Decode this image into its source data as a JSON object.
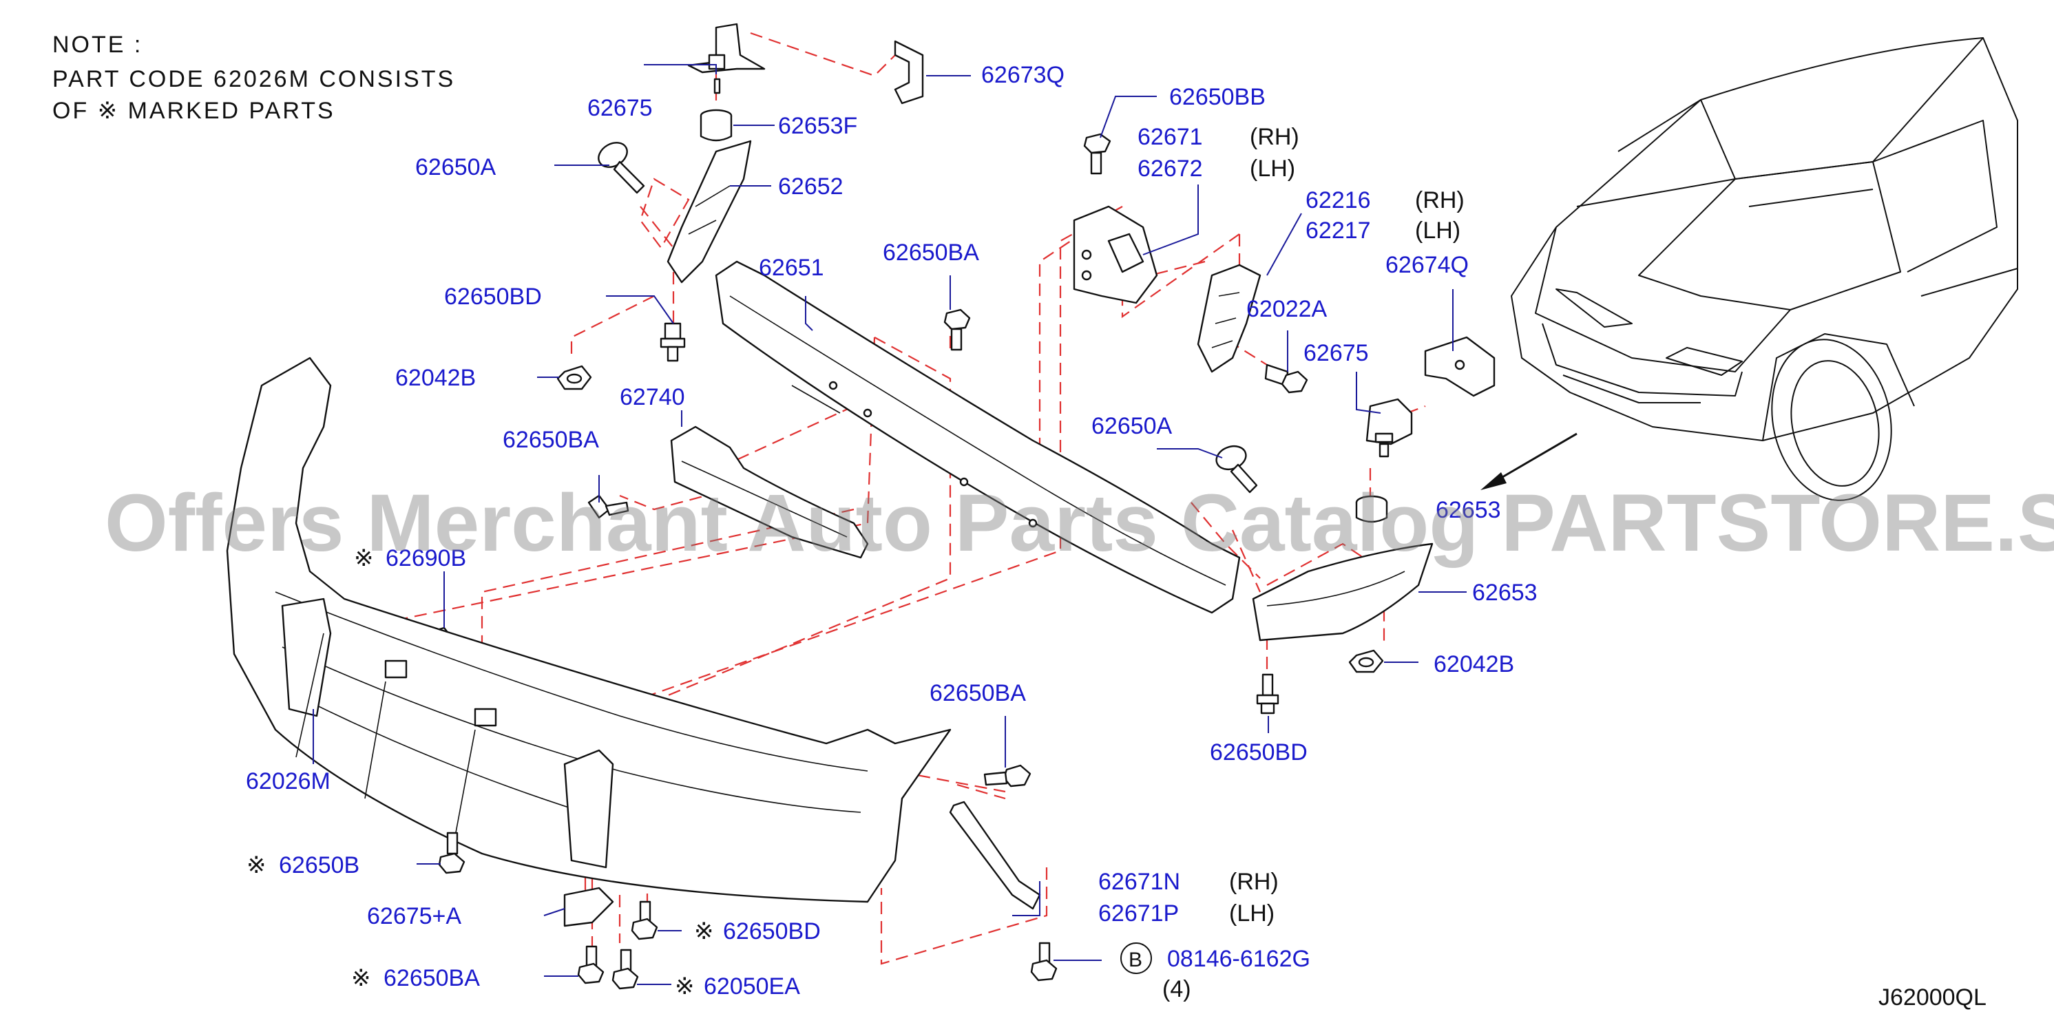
{
  "note": {
    "line1": "NOTE :",
    "line2": "PART CODE 62026M CONSISTS",
    "line3": "OF ※ MARKED PARTS",
    "marker_symbol": "※"
  },
  "labels": {
    "p62675_top": "62675",
    "p62673Q": "62673Q",
    "p62653F": "62653F",
    "p62650A_left": "62650A",
    "p62652": "62652",
    "p62650BB": "62650BB",
    "p62671": "62671",
    "p62672": "62672",
    "p62216": "62216",
    "p62217": "62217",
    "p62674Q": "62674Q",
    "p62650BD_upper": "62650BD",
    "p62651": "62651",
    "p62650BA_center": "62650BA",
    "p62022A": "62022A",
    "p62042B_left": "62042B",
    "p62675_right": "62675",
    "p62740": "62740",
    "p62650A_right": "62650A",
    "p62650BA_left": "62650BA",
    "p62653_partial": "62653",
    "p62690B": "62690B",
    "p62653_right": "62653",
    "p62042B_right": "62042B",
    "p62650BA_lower": "62650BA",
    "p62650BD_right": "62650BD",
    "p62026M": "62026M",
    "p62650B": "62650B",
    "p62671N": "62671N",
    "p62671P": "62671P",
    "p62675A": "62675+A",
    "p62650BD_bottom": "62650BD",
    "p08146": "08146-6162G",
    "p62650BA_bottom": "62650BA",
    "p62050EA": "62050EA",
    "qty4": "(4)",
    "circle_b": "B"
  },
  "side_labels": {
    "rh": "(RH)",
    "lh": "(LH)"
  },
  "marker": "※",
  "watermark": "Offers Merchant Auto Parts Catalog PARTSTORE.SA",
  "diagram_code": "J62000QL",
  "colors": {
    "label_text": "#1a1acc",
    "leader_line": "#1a1a9a",
    "dashed_guide": "#e03030",
    "outline": "#111111",
    "watermark": "#7d7d7d"
  }
}
